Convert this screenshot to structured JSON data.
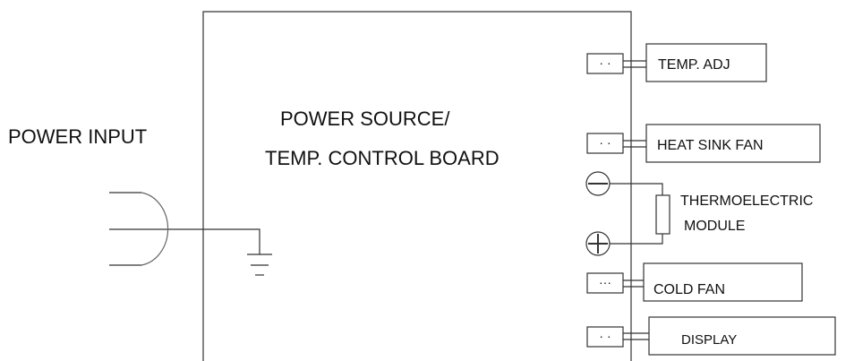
{
  "diagram": {
    "power_input_label": "POWER INPUT",
    "board_label_line1": "POWER SOURCE/",
    "board_label_line2": "TEMP. CONTROL BOARD",
    "connectors": {
      "temp_adj": {
        "label": "TEMP. ADJ",
        "pins": "· ·"
      },
      "heat_sink_fan": {
        "label": "HEAT SINK FAN",
        "pins": "· ·"
      },
      "cold_fan": {
        "label": "COLD FAN",
        "pins": "···"
      },
      "display": {
        "label": "DISPLAY",
        "pins": "· ·"
      }
    },
    "thermoelectric": {
      "label_line1": "THERMOELECTRIC",
      "label_line2": "MODULE",
      "minus_symbol": "minus-terminal",
      "plus_symbol": "plus-terminal"
    },
    "ground_symbol": "ground-icon",
    "line_color": "#333333"
  }
}
